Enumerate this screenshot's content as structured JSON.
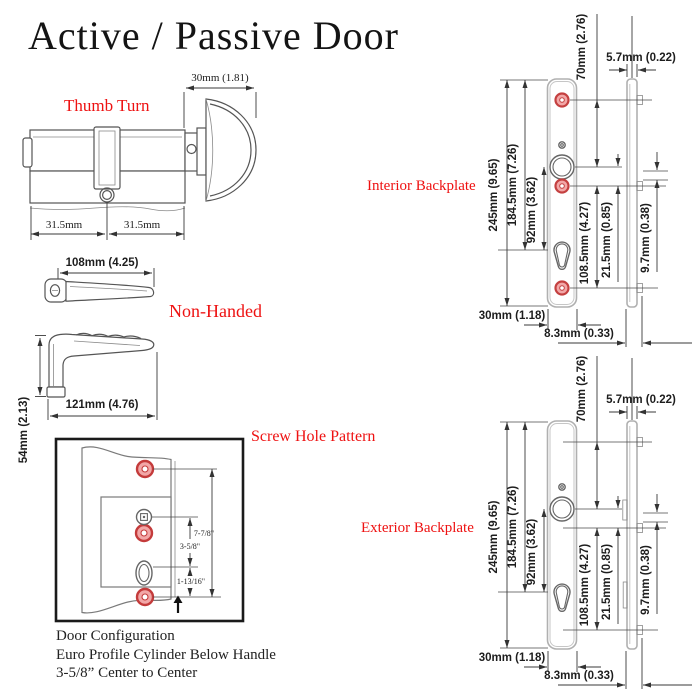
{
  "title": "Active / Passive Door",
  "colors": {
    "red_label": "#ee1111",
    "screw_fill": "#f2a7a7",
    "screw_ring": "#c44040",
    "line": "#3a3a3a"
  },
  "cylinder": {
    "label": "Thumb Turn",
    "knob_width": "30mm (1.81)",
    "left_half": "31.5mm",
    "right_half": "31.5mm"
  },
  "handle": {
    "label": "Non-Handed",
    "length_top": "108mm (4.25)",
    "length_side": "121mm (4.76)",
    "height_side": "54mm (2.13)"
  },
  "screw_pattern": {
    "label": "Screw Hole Pattern",
    "dim_total": "7-7/8\"",
    "dim_center": "3-5/8\"",
    "dim_bottom": "1-13/16\""
  },
  "notes": {
    "line1": "Door Configuration",
    "line2": "Euro Profile Cylinder Below Handle",
    "line3": "3-5/8” Center to Center"
  },
  "interior": {
    "label": "Interior Backplate",
    "dims": {
      "top_to_handle": "70mm (2.76)",
      "thickness": "5.7mm (0.22)",
      "overall": "245mm (9.65)",
      "top_to_cylinder": "184.5mm (7.26)",
      "handle_to_cylinder": "92mm (3.62)",
      "handle_to_bottom": "108.5mm (4.27)",
      "offset_small": "21.5mm (0.85)",
      "projection": "9.7mm (0.38)",
      "width": "30mm (1.18)",
      "depth": "8.3mm (0.33)"
    }
  },
  "exterior": {
    "label": "Exterior Backplate",
    "dims": {
      "top_to_handle": "70mm (2.76)",
      "thickness": "5.7mm (0.22)",
      "overall": "245mm (9.65)",
      "top_to_cylinder": "184.5mm (7.26)",
      "handle_to_cylinder": "92mm (3.62)",
      "handle_to_bottom": "108.5mm (4.27)",
      "offset_small": "21.5mm (0.85)",
      "projection": "9.7mm (0.38)",
      "width": "30mm (1.18)",
      "depth": "8.3mm (0.33)"
    }
  }
}
